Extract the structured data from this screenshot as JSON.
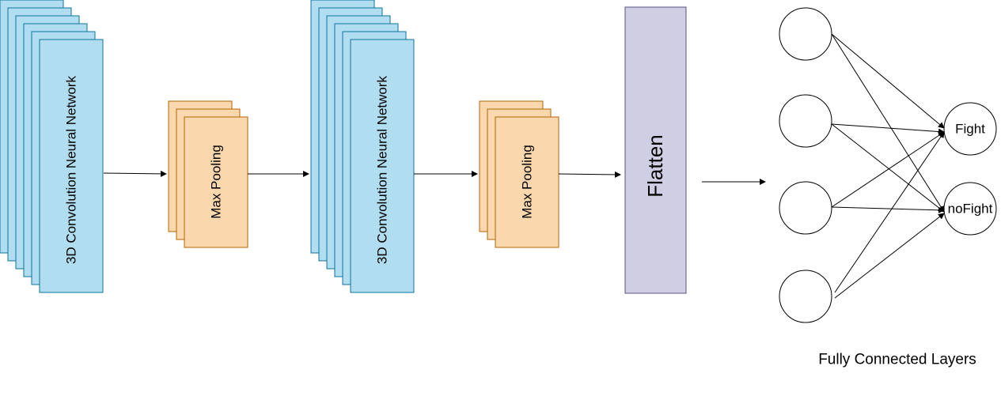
{
  "labels": {
    "conv1": "3D Convolution Neural Network",
    "pool1": "Max Pooling",
    "conv2": "3D Convolution Neural Network",
    "pool2": "Max Pooling",
    "flatten": "Flatten",
    "out1": "Fight",
    "out2": "noFight",
    "caption": "Fully Connected Layers"
  },
  "colors": {
    "conv_fill": "#b1ddf0",
    "conv_stroke": "#10739e",
    "pool_fill": "#fad7ac",
    "pool_stroke": "#b46504",
    "flatten_fill": "#d0cee2",
    "flatten_stroke": "#56517e",
    "line": "#000000"
  },
  "network": {
    "input_neurons": 4,
    "output_neurons": 2
  }
}
